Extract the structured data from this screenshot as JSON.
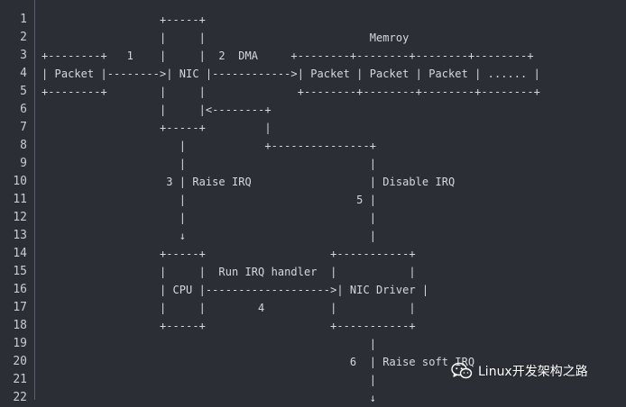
{
  "editor": {
    "line_numbers": [
      "1",
      "2",
      "3",
      "4",
      "5",
      "6",
      "7",
      "8",
      "9",
      "10",
      "11",
      "12",
      "13",
      "14",
      "15",
      "16",
      "17",
      "18",
      "19",
      "20",
      "21",
      "22"
    ],
    "lines": [
      "                  +-----+",
      "                  |     |                         Memroy",
      "+--------+   1    |     |  2  DMA     +--------+--------+--------+--------+",
      "| Packet |-------->| NIC |------------>| Packet | Packet | Packet | ...... |",
      "+--------+        |     |              +--------+--------+--------+--------+",
      "                  |     |<--------+",
      "                  +-----+         |",
      "                     |            +---------------+",
      "                     |                            |",
      "                   3 | Raise IRQ                  | Disable IRQ",
      "                     |                          5 |",
      "                     |                            |",
      "                     ↓                            |",
      "                  +-----+                   +-----------+",
      "                  |     |  Run IRQ handler  |           |",
      "                  | CPU |------------------->| NIC Driver |",
      "                  |     |        4          |           |",
      "                  +-----+                   +-----------+",
      "                                                  |",
      "                                               6  | Raise soft IRQ",
      "                                                  |",
      "                                                  ↓"
    ]
  },
  "watermark": {
    "text": "Linux开发架构之路",
    "icon": "wechat-icon"
  },
  "colors": {
    "background": "#2b2e35",
    "text": "#d5d8dc",
    "divider": "#59606b"
  }
}
